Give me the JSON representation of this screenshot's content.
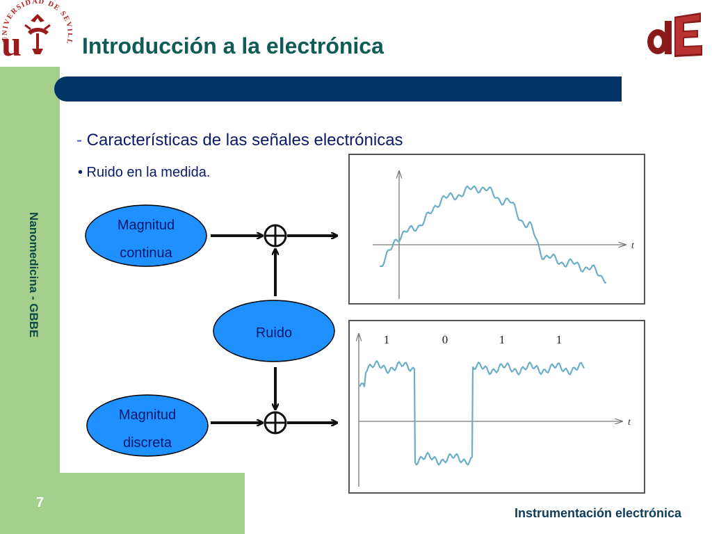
{
  "slide": {
    "title": "Introducción a la electrónica",
    "subtitle_dash": "-",
    "subtitle": "Características de las señales electrónicas",
    "bullet": "• Ruido en la medida.",
    "side_label": "Nanomedicina - GBBE",
    "page_number": "7",
    "footer": "Instrumentación electrónica"
  },
  "logos": {
    "university_ring_text": "UNIVERSIDAD DE SEVILLA",
    "university_initial": "u",
    "department_mark": "dE"
  },
  "diagram": {
    "node_continuous_line1": "Magnitud",
    "node_continuous_line2": "continua",
    "node_noise": "Ruido",
    "node_discrete_line1": "Magnitud",
    "node_discrete_line2": "discreta",
    "graph_axis_label": "t",
    "digital_bits": [
      "1",
      "0",
      "1",
      "1"
    ]
  },
  "colors": {
    "node_fill": "#1e90ff",
    "header_bar": "#003366",
    "side_green": "#a5cf8c",
    "signal": "#6aaec8"
  }
}
